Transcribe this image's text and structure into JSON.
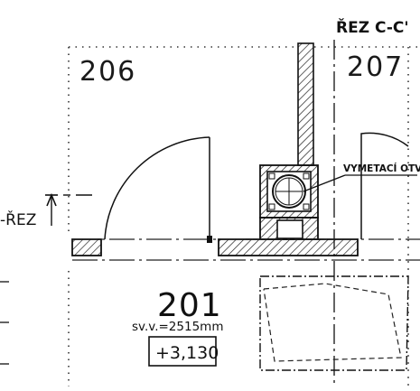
{
  "section_title": "ŘEZ C-C'",
  "rooms": {
    "room_206": "206",
    "room_207": "207",
    "room_201": "201"
  },
  "room_201_height": "sv.v.=2515mm",
  "room_201_level": "+3,130",
  "vent_label": "VYMETACÍ OTVOR",
  "section_marker": "-ŘEZ",
  "colors": {
    "ink": "#111111",
    "paper": "#ffffff"
  }
}
